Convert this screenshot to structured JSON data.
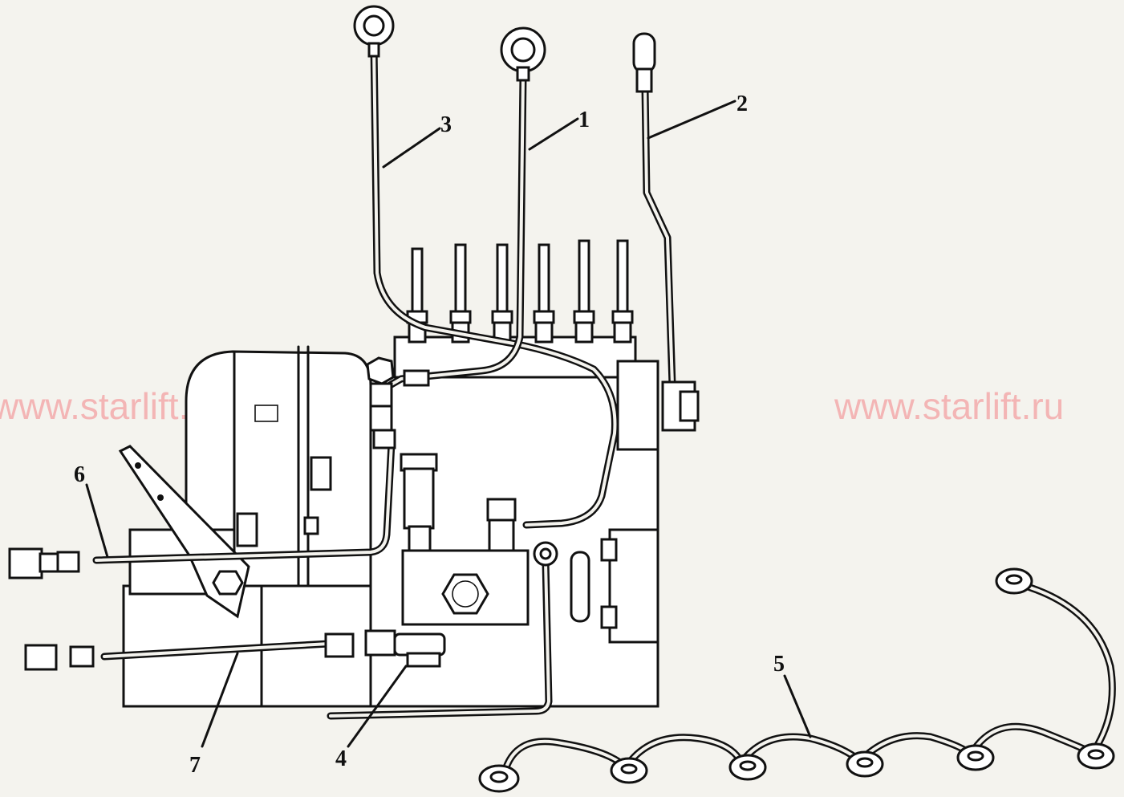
{
  "watermark": "www.starlift.ru",
  "callouts": [
    {
      "id": "1",
      "label": "1"
    },
    {
      "id": "2",
      "label": "2"
    },
    {
      "id": "3",
      "label": "3"
    },
    {
      "id": "4",
      "label": "4"
    },
    {
      "id": "5",
      "label": "5"
    },
    {
      "id": "6",
      "label": "6"
    },
    {
      "id": "7",
      "label": "7"
    }
  ],
  "colors": {
    "line": "#111111",
    "paper": "#f4f3ee",
    "watermark": "#f3b5b5"
  }
}
